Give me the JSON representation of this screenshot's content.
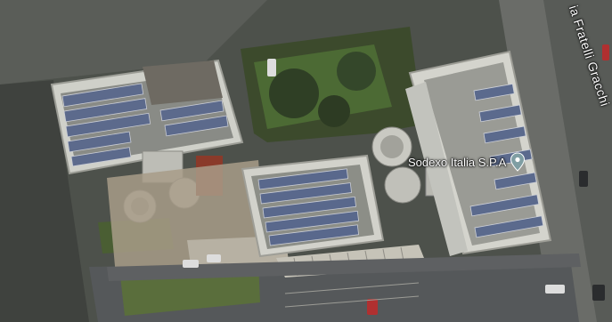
{
  "map": {
    "view": "satellite",
    "poi": {
      "label": "Sodexo Italia S.P.A",
      "icon": "map-pin-icon",
      "pin_color": "#7f9ea3"
    },
    "street_label": "ia Fratelli Gracchi"
  }
}
